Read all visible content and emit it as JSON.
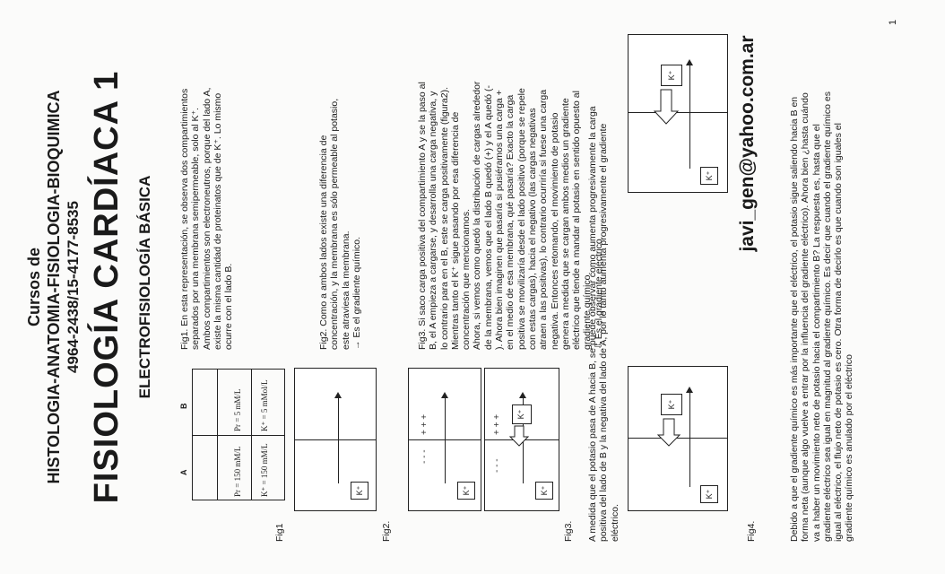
{
  "header": {
    "courses": "Cursos de",
    "subjects": "HISTOLOGIA-ANATOMIA-FISIOLOGIA-BIOQUIMICA",
    "phones": "4964-2438/15-4177-8535",
    "title": "FISIOLOGÍA CARDÍACA 1",
    "subtitle": "ELECTROFISIOLOGÍA BÁSICA"
  },
  "fig1": {
    "label": "Fig1",
    "table": {
      "col_a": "A",
      "col_b": "B",
      "a_rows": [
        "Pr = 150 mM/L",
        "K⁺ = 150 mM/L"
      ],
      "b_rows": [
        "Pr = 5 mM/L",
        "K⁺ = 5 mMol/L"
      ]
    },
    "text": [
      "Fig1. En esta representación, se observa dos compartimientos",
      "separados  por una membrana semipermeable, solo al K⁺.",
      "Ambos compartimientos son electroneutros, porque del lado A,",
      "existe la misma cantidad de proteinatos que de K⁺. Lo mismo",
      "ocurre con el lado B."
    ]
  },
  "fig2": {
    "label": "Fig2.",
    "k_label": "K⁺",
    "text": [
      "Fig2.  Como  a  ambos  lados  existe  una  diferencia  de",
      "concentración, y la membrana es sólo permeable al potasio,",
      "este atraviesa la membrana.",
      "→ Es el gradiente químico."
    ]
  },
  "fig3": {
    "label": "Fig3.",
    "k_label": "K⁺",
    "plus_signs": "+  +  +",
    "minus_signs": "-  -  -",
    "text": [
      "Fig3. Si saco carga positiva del compartimiento A y se la paso al",
      "B, el A empieza a cargarse, y desarrolla una carga negativa, y",
      "lo contrario para en el B, este se carga positivamente (figura2).",
      "Mientras  tanto el K⁺  sigue  pasando  por esa  diferencia de",
      "concentración que mencionamos.",
      "Ahora, si vemos como quedó la distribución de cargas alrededor",
      "de la membrana, vemos que el lado B quedó (+) y el A quedó (-",
      "). Ahora bien imaginen que pasaría si pusiéramos una carga +",
      "en el medio de esa membrana, qué pasaría? Exacto la carga",
      "positiva se movilizaría desde el lado positivo (porque se repele",
      "con estas cargas), hacia el negativo (las cargas negativas",
      "atraen a las positivas), lo contrario ocurriría si fuese una carga",
      "negativa.   Entonces  retomando,  el  movimiento  de  potasio",
      "genera a medida que se cargan ambos medios un gradiente",
      "eléctrico que tiende a mandar al potasio en sentido opuesto al",
      "gradiente químico.",
      "⇩ Es el gradiente eléctrico"
    ]
  },
  "para_after_fig3": [
    "A medida que el potasio pasa de A hacia B, se puede observar como aumenta progresivamente la carga",
    "positiva del lado de B y la negativa del lado de A, por lo tanto aumenta progresivamente el gradiente",
    "eléctrico."
  ],
  "fig4": {
    "label": "Fig4.",
    "k_label": "K⁺"
  },
  "email": "javi_gen@yahoo.com.ar",
  "final_para": [
    "Debido a que el gradiente químico es más importante que el eléctrico, el potasio sigue saliendo hacia B en",
    "forma neta (aunque algo vuelve a entrar por la influencia del gradiente eléctrico). Ahora bien ¿hasta cuándo",
    "va a haber un movimiento neto de potasio hacia el compartimiento B? La respuesta es, hasta que el",
    "gradiente eléctrico sea igual en magnitud al gradiente químico. Es decir que cuando el gradiente químico es",
    "igual al eléctrico, el flujo neto de potasio es cero. Otra forma de decirlo es que cuando son iguales el",
    "gradiente químico es anulado por el eléctrico"
  ],
  "page_number": "1"
}
